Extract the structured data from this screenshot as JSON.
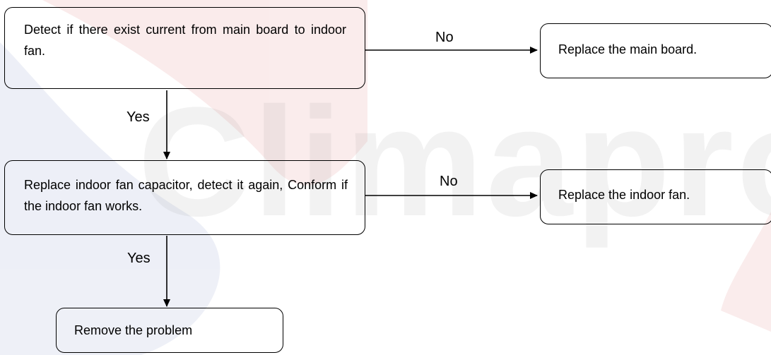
{
  "watermark": {
    "text": "Climaproyec"
  },
  "nodes": {
    "detect_current": "Detect if there exist current from main board to indoor fan.",
    "replace_main_board": "Replace the main board.",
    "replace_capacitor": "Replace indoor fan capacitor, detect it again, Conform if the indoor fan works.",
    "replace_indoor_fan": "Replace the indoor fan.",
    "remove_problem": "Remove the problem"
  },
  "edges": {
    "no_1": "No",
    "yes_1": "Yes",
    "no_2": "No",
    "yes_2": "Yes"
  },
  "colors": {
    "line": "#000000",
    "watermark_blue": "#5a6fb4",
    "watermark_red": "#d04848",
    "watermark_gray": "#9a9a9a"
  }
}
